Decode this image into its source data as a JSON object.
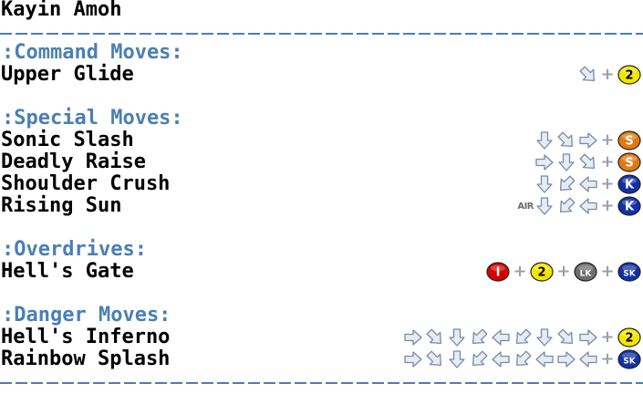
{
  "character": {
    "name": "Kayin Amoh"
  },
  "sections": [
    {
      "label": ":Command Moves:",
      "moves": [
        {
          "name": "Upper Glide",
          "inputs": [
            "downright",
            "+",
            "btn:2"
          ]
        }
      ]
    },
    {
      "label": ":Special Moves:",
      "moves": [
        {
          "name": "Sonic Slash",
          "inputs": [
            "down",
            "downright",
            "right",
            "+",
            "btn:S"
          ]
        },
        {
          "name": "Deadly Raise",
          "inputs": [
            "right",
            "down",
            "downright",
            "+",
            "btn:S"
          ]
        },
        {
          "name": "Shoulder Crush",
          "inputs": [
            "down",
            "downleft",
            "left",
            "+",
            "btn:K"
          ]
        },
        {
          "name": "Rising Sun",
          "inputs": [
            "air:AIR",
            "down",
            "downleft",
            "left",
            "+",
            "btn:K"
          ]
        }
      ]
    },
    {
      "label": ":Overdrives:",
      "moves": [
        {
          "name": "Hell's Gate",
          "inputs": [
            "btn:I",
            "+",
            "btn:2",
            "+",
            "btn:LK",
            "+",
            "btn:SK"
          ]
        }
      ]
    },
    {
      "label": ":Danger Moves:",
      "moves": [
        {
          "name": "Hell's Inferno",
          "inputs": [
            "right",
            "downright",
            "down",
            "downleft",
            "left",
            "downleft",
            "down",
            "downright",
            "right",
            "+",
            "btn:2"
          ]
        },
        {
          "name": "Rainbow Splash",
          "inputs": [
            "right",
            "downright",
            "down",
            "downleft",
            "left",
            "downleft",
            "left",
            "right",
            "left",
            "+",
            "btn:SK"
          ]
        }
      ]
    }
  ],
  "buttons": {
    "I": {
      "label": "I",
      "fill": "#d40000",
      "text": "#ffffff"
    },
    "2": {
      "label": "2",
      "fill": "#f2e600",
      "text": "#000000"
    },
    "S": {
      "label": "S",
      "fill": "#e07a10",
      "text": "#ffffff"
    },
    "K": {
      "label": "K",
      "fill": "#1230a8",
      "text": "#ffffff"
    },
    "LK": {
      "label": "LK",
      "fill": "#6e6e6e",
      "text": "#ffffff"
    },
    "SK": {
      "label": "SK",
      "fill": "#1230a8",
      "text": "#ffffff"
    }
  },
  "colors": {
    "section": "#4a7fb5",
    "rule": "#4a7fb5",
    "arrow_fill": "#e4ecf6",
    "arrow_stroke": "#7a8aa0"
  }
}
